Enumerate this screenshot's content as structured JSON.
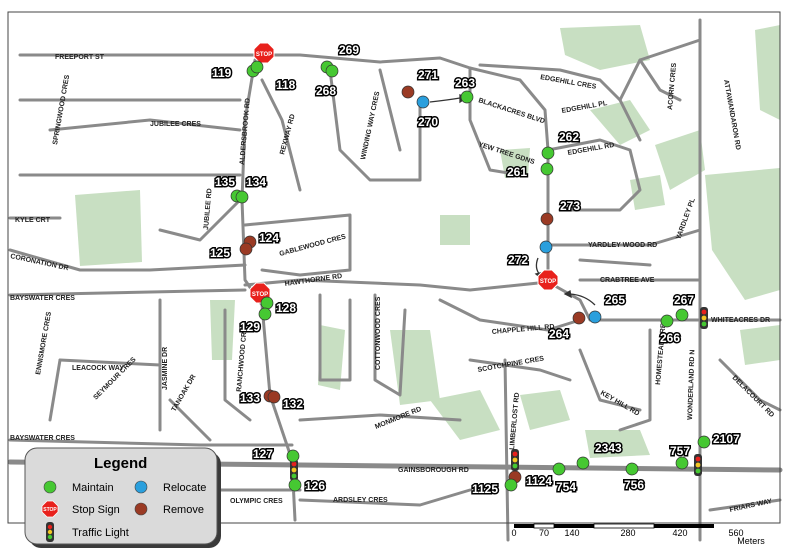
{
  "colors": {
    "maintain": "#46c832",
    "relocate": "#2a9fdd",
    "remove": "#9a3a24",
    "stop": "#e8211c",
    "park": "#c8dfc2",
    "road": "#8a8a8a"
  },
  "streets": [
    {
      "key": "freeport",
      "text": "FREEPORT ST"
    },
    {
      "key": "springwood",
      "text": "SPRINGWOOD CRES"
    },
    {
      "key": "jubilee_cres",
      "text": "JUBILEE CRES"
    },
    {
      "key": "aldersbrook",
      "text": "ALDERSBROOK RD"
    },
    {
      "key": "rexway",
      "text": "REXWAY RD"
    },
    {
      "key": "winding_way",
      "text": "WINDING WAY CRES"
    },
    {
      "key": "edgehill_cres",
      "text": "EDGEHILL CRES"
    },
    {
      "key": "blackacres",
      "text": "BLACKACRES BLVD"
    },
    {
      "key": "edgehill_pl",
      "text": "EDGEHILL PL"
    },
    {
      "key": "yew_tree",
      "text": "YEW TREE GDNS"
    },
    {
      "key": "edgehill_rd",
      "text": "EDGEHILL RD"
    },
    {
      "key": "acorn",
      "text": "ACORN CRES"
    },
    {
      "key": "attawandaron",
      "text": "ATTAWANDARON RD"
    },
    {
      "key": "kyle",
      "text": "KYLE CRT"
    },
    {
      "key": "jubilee_rd",
      "text": "JUBILEE RD"
    },
    {
      "key": "gablewood",
      "text": "GABLEWOOD CRES"
    },
    {
      "key": "yardley_wood",
      "text": "YARDLEY WOOD RD"
    },
    {
      "key": "yardley_pl",
      "text": "YARDLEY PL"
    },
    {
      "key": "coronation",
      "text": "CORONATION DR"
    },
    {
      "key": "crabtree",
      "text": "CRABTREE AVE"
    },
    {
      "key": "hawthorne",
      "text": "HAWTHORNE RD"
    },
    {
      "key": "bayswater_top",
      "text": "BAYSWATER CRES"
    },
    {
      "key": "whiteacres",
      "text": "WHITEACRES DR"
    },
    {
      "key": "chapple",
      "text": "CHAPPLE HILL RD"
    },
    {
      "key": "ennismore",
      "text": "ENNISMORE CRES"
    },
    {
      "key": "ranchwood",
      "text": "RANCHWOOD CRES"
    },
    {
      "key": "jasmine",
      "text": "JASMINE DR"
    },
    {
      "key": "cottonwood",
      "text": "COTTONWOOD CRES"
    },
    {
      "key": "leacock",
      "text": "LEACOCK WAY"
    },
    {
      "key": "seymour",
      "text": "SEYMOUR CRES"
    },
    {
      "key": "scotchpine",
      "text": "SCOTCHPINE CRES"
    },
    {
      "key": "homestead",
      "text": "HOMESTEAD CRES"
    },
    {
      "key": "wonderland",
      "text": "WONDERLAND RD N"
    },
    {
      "key": "delacourt",
      "text": "DELACOURT RD"
    },
    {
      "key": "keyhill",
      "text": "KEY HILL RD"
    },
    {
      "key": "tanoak",
      "text": "TANOAK DR"
    },
    {
      "key": "monmore",
      "text": "MONMORE RD"
    },
    {
      "key": "bayswater_bot",
      "text": "BAYSWATER CRES"
    },
    {
      "key": "limberlost",
      "text": "LIMBERLOST RD"
    },
    {
      "key": "gainsborough",
      "text": "GAINSBOROUGH RD"
    },
    {
      "key": "olympic",
      "text": "OLYMPIC CRES"
    },
    {
      "key": "ardsley",
      "text": "ARDSLEY CRES"
    },
    {
      "key": "friars",
      "text": "FRIARS WAY"
    }
  ],
  "stops": [
    {
      "id": "119",
      "label": "119",
      "status": "maintain"
    },
    {
      "id": "118",
      "label": "118",
      "status": "maintain"
    },
    {
      "id": "269",
      "label": "269",
      "status": "maintain"
    },
    {
      "id": "268",
      "label": "268",
      "status": "maintain"
    },
    {
      "id": "271",
      "label": "271",
      "status": "remove"
    },
    {
      "id": "270",
      "label": "270",
      "status": "relocate"
    },
    {
      "id": "263",
      "label": "263",
      "status": "maintain"
    },
    {
      "id": "262",
      "label": "262",
      "status": "maintain"
    },
    {
      "id": "261",
      "label": "261",
      "status": "maintain"
    },
    {
      "id": "273",
      "label": "273",
      "status": "remove"
    },
    {
      "id": "272",
      "label": "272",
      "status": "relocate"
    },
    {
      "id": "135",
      "label": "135",
      "status": "maintain"
    },
    {
      "id": "134",
      "label": "134",
      "status": "maintain"
    },
    {
      "id": "124",
      "label": "124",
      "status": "remove"
    },
    {
      "id": "125",
      "label": "125",
      "status": "remove"
    },
    {
      "id": "128",
      "label": "128",
      "status": "maintain"
    },
    {
      "id": "129",
      "label": "129",
      "status": "maintain"
    },
    {
      "id": "265",
      "label": "265",
      "status": "relocate"
    },
    {
      "id": "264",
      "label": "264",
      "status": "remove"
    },
    {
      "id": "267",
      "label": "267",
      "status": "maintain"
    },
    {
      "id": "266",
      "label": "266",
      "status": "maintain"
    },
    {
      "id": "133",
      "label": "133",
      "status": "remove"
    },
    {
      "id": "132",
      "label": "132",
      "status": "remove"
    },
    {
      "id": "127",
      "label": "127",
      "status": "maintain"
    },
    {
      "id": "126",
      "label": "126",
      "status": "maintain"
    },
    {
      "id": "2343",
      "label": "2343",
      "status": "maintain"
    },
    {
      "id": "757",
      "label": "757",
      "status": "maintain"
    },
    {
      "id": "2107",
      "label": "2107",
      "status": "maintain"
    },
    {
      "id": "1124",
      "label": "1124",
      "status": "remove"
    },
    {
      "id": "754",
      "label": "754",
      "status": "maintain"
    },
    {
      "id": "756",
      "label": "756",
      "status": "maintain"
    },
    {
      "id": "1125",
      "label": "1125",
      "status": "maintain"
    }
  ],
  "legend": {
    "title": "Legend",
    "maintain": "Maintain",
    "relocate": "Relocate",
    "stop_sign": "Stop Sign",
    "remove": "Remove",
    "traffic_light": "Traffic Light"
  },
  "scale": {
    "ticks": [
      "0",
      "70",
      "140",
      "280",
      "420",
      "560"
    ],
    "unit": "Meters"
  },
  "stop_sign_text": "STOP"
}
